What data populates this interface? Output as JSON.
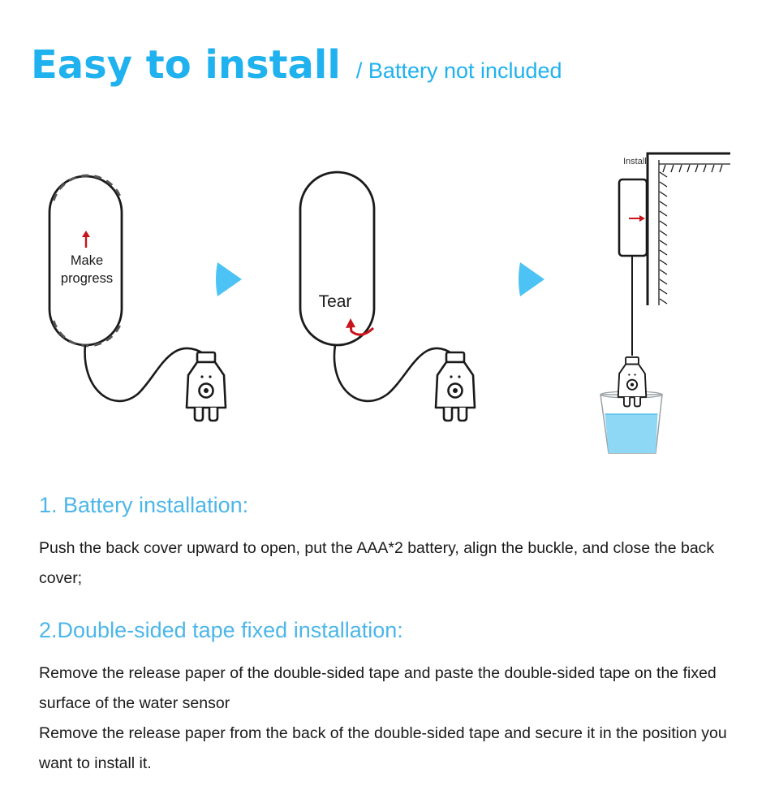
{
  "header": {
    "title": "Easy to install",
    "subtitle": "/ Battery not included"
  },
  "diagram": {
    "step1_label_line1": "Make",
    "step1_label_line2": "progress",
    "step2_label": "Tear",
    "step3_label": "Install",
    "colors": {
      "accent": "#1fb2ee",
      "arrow_cyan": "#4dc3f5",
      "red": "#c8141c",
      "water": "#8fd8f5"
    }
  },
  "sections": [
    {
      "title": "1. Battery installation:",
      "body": [
        "Push the back cover upward to open, put the AAA*2 battery, align the buckle, and close the back cover;"
      ]
    },
    {
      "title": "2.Double-sided tape fixed installation:",
      "body": [
        "Remove the release paper of the double-sided tape and paste the double-sided tape on the fixed surface of the water sensor",
        "Remove the release paper from the back of the double-sided tape and secure it in the position you want to install it."
      ]
    }
  ]
}
